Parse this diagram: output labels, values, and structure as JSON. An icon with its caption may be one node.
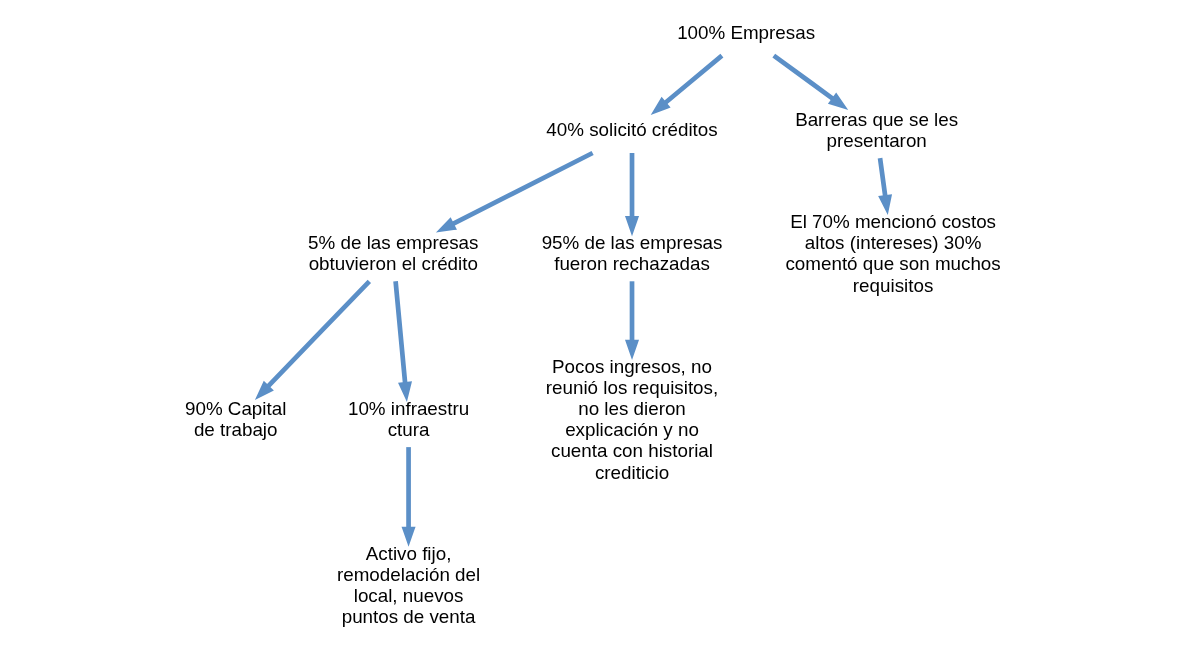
{
  "diagram": {
    "nodes": [
      {
        "text": [
          "100% Empresas"
        ]
      },
      {
        "text": [
          "40% solicitó créditos"
        ]
      },
      {
        "text": [
          "Barreras que se les presentaron"
        ]
      },
      {
        "text": [
          "5% de las empresas obtuvieron el crédito"
        ]
      },
      {
        "text": [
          "95% de las empresas fueron rechazadas"
        ]
      },
      {
        "text": [
          "El 70% mencionó costos altos (intereses) 30% comentó que son muchos requisitos"
        ]
      },
      {
        "text": [
          "90% Capital de trabajo"
        ]
      },
      {
        "text": [
          "10% infraestructura"
        ]
      },
      {
        "text": [
          "Pocos ingresos, no reunió los requisitos, no les dieron explicación y no cuenta con historial crediticio"
        ]
      },
      {
        "text": [
          "Activo fijo, remodelación del local, nuevos puntos de venta"
        ]
      }
    ],
    "edges": [
      {
        "from": 0,
        "to": 1,
        "arrow": "to"
      },
      {
        "from": 0,
        "to": 2,
        "arrow": "to"
      },
      {
        "from": 1,
        "to": 3,
        "arrow": "to"
      },
      {
        "from": 1,
        "to": 4,
        "arrow": "to"
      },
      {
        "from": 2,
        "to": 5,
        "arrow": "to"
      },
      {
        "from": 3,
        "to": 6,
        "arrow": "to"
      },
      {
        "from": 3,
        "to": 7,
        "arrow": "to"
      },
      {
        "from": 4,
        "to": 8,
        "arrow": "to"
      },
      {
        "from": 7,
        "to": 9,
        "arrow": "to"
      }
    ]
  }
}
